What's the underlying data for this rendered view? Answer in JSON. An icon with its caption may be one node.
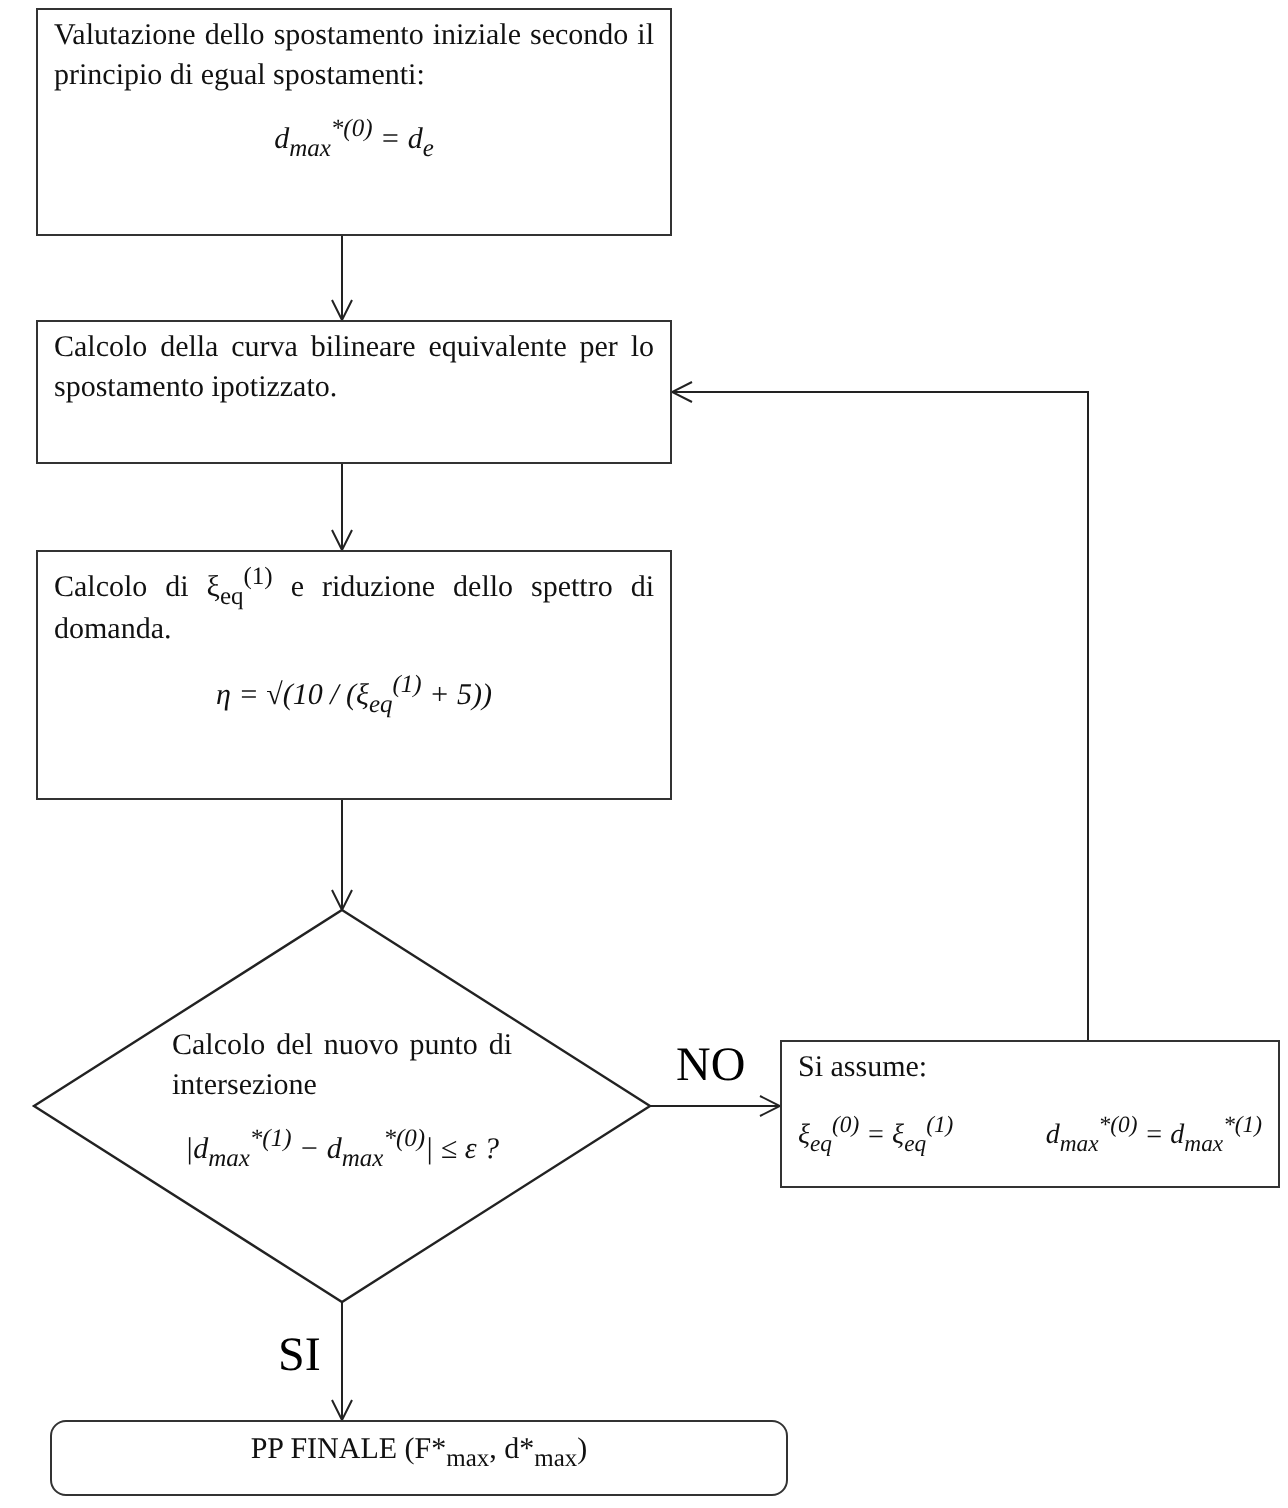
{
  "diagram": {
    "nodes": [
      {
        "text": [
          "Valutazione dello spostamento iniziale secondo il principio di egual spostamenti:",
          "d$_{max}$$^{*(0)}$ = d$_{e}$"
        ]
      },
      {
        "text": [
          "Calcolo della curva bilineare equivalente per lo spostamento ipotizzato."
        ]
      },
      {
        "text": [
          "Calcolo di ξ$_{eq}$$^{(1)}$ e riduzione dello spettro di domanda.",
          "η = √(10 / (ξ$_{eq}$$^{(1)}$ + 5))"
        ]
      },
      {
        "text": [
          "Calcolo del nuovo punto di intersezione",
          "|d$_{max}$$^{*(1)}$ − d$_{max}$$^{*(0)}$| ≤ ε ?"
        ]
      },
      {
        "text": [
          "Si assume:",
          "ξ$_{eq}$$^{(0)}$ = ξ$_{eq}$$^{(1)}$",
          "d$_{max}$$^{*(0)}$ = d$_{max}$$^{*(1)}$"
        ]
      },
      {
        "text": [
          "PP FINALE (F*$_{max}$, d*$_{max}$)"
        ]
      }
    ],
    "edges": [
      {
        "from": 0,
        "to": 1,
        "arrow": "to"
      },
      {
        "from": 1,
        "to": 2,
        "arrow": "to"
      },
      {
        "from": 2,
        "to": 3,
        "arrow": "to"
      },
      {
        "from": 3,
        "to": 4,
        "arrow": "to",
        "label": "NO"
      },
      {
        "from": 4,
        "to": 1,
        "arrow": "to"
      },
      {
        "from": 3,
        "to": 5,
        "arrow": "to",
        "label": "SI"
      }
    ]
  }
}
